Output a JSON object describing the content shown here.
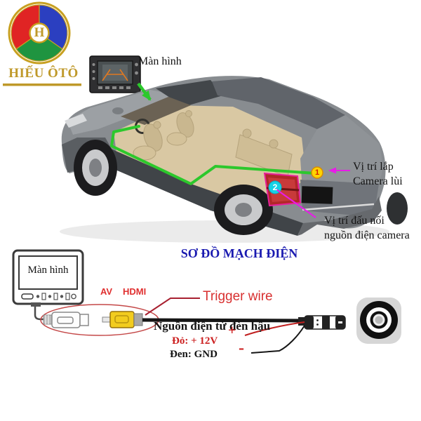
{
  "logo": {
    "brand": "HIẾU ÔTÔ",
    "monogram": "H"
  },
  "car_section": {
    "monitor_label": "Màn hình",
    "camera_position_label_line1": "Vị trí lắp",
    "camera_position_label_line2": "Camera lùi",
    "power_connect_label_line1": "Vị trí đấu nối",
    "power_connect_label_line2": "nguồn điện camera",
    "marker_camera": "1",
    "marker_power": "2"
  },
  "wiring_diagram": {
    "title": "SƠ ĐỒ MẠCH ĐIỆN",
    "monitor_label": "Màn hình",
    "av_label": "AV",
    "hdmi_label": "HDMI",
    "trigger_wire_label": "Trigger wire",
    "tail_light_power_label": "Nguồn điện từ đèn hậu",
    "red_wire_label": "Đỏ: + 12V",
    "ground_wire_label": "Đen: GND",
    "plus_symbol": "+",
    "minus_symbol": "-"
  },
  "colors": {
    "accent_green": "#2cc82c",
    "accent_magenta": "#e81ce8",
    "title_blue": "#1a1ab0",
    "label_red": "#d83030",
    "logo_gold": "#bf992a",
    "marker1_yellow": "#ffd400",
    "marker2_cyan": "#16d2e6",
    "rca_yellow": "#f2cc1e"
  }
}
